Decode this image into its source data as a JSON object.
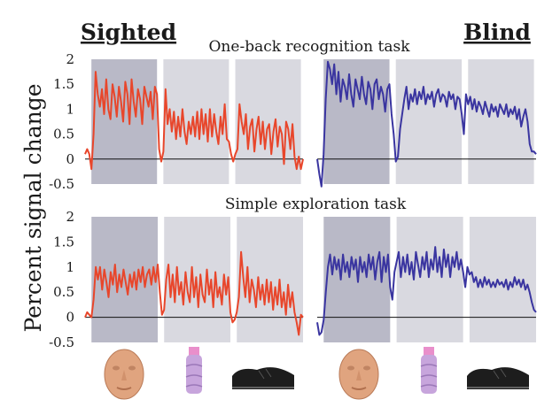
{
  "figure": {
    "group_labels": [
      "Sighted",
      "Blind"
    ],
    "y_axis_label": "Percent signal change",
    "icons": [
      "face-mask-object",
      "bottle-object",
      "shoe-object"
    ]
  },
  "chart_data": [
    {
      "type": "line",
      "title": "One-back recognition task",
      "group": "Sighted",
      "ylabel": "Percent signal change",
      "ylim": [
        -0.5,
        2
      ],
      "yticks": [
        -0.5,
        0,
        0.5,
        1,
        1.5,
        2
      ],
      "ytick_labels": [
        "-0.5",
        "0",
        "0.5",
        "1",
        "1.5",
        "2"
      ],
      "blocks": [
        {
          "start": 3,
          "end": 34
        },
        {
          "start": 37,
          "end": 68
        },
        {
          "start": 71,
          "end": 102
        }
      ],
      "block_shades": [
        "#b9b9c7",
        "#d9d9e0",
        "#d9d9e0"
      ],
      "color": "#e8462b",
      "series": [
        {
          "values": [
            0.1,
            0.2,
            0.1,
            -0.2,
            0.5,
            1.75,
            1.3,
            1.05,
            1.4,
            0.9,
            1.6,
            1.0,
            0.8,
            1.5,
            1.25,
            0.85,
            1.45,
            1.15,
            0.75,
            1.55,
            1.3,
            0.7,
            1.6,
            1.15,
            0.85,
            1.4,
            1.2,
            0.7,
            1.45,
            1.25,
            1.05,
            1.35,
            0.8,
            1.45,
            1.3,
            0.2,
            -0.05,
            0.15,
            1.4,
            0.7,
            1.0,
            0.55,
            0.95,
            0.4,
            0.85,
            0.45,
            1.0,
            0.55,
            0.3,
            0.75,
            0.5,
            0.85,
            0.45,
            0.95,
            0.4,
            1.0,
            0.5,
            0.9,
            0.35,
            1.0,
            0.45,
            0.9,
            0.55,
            0.3,
            0.85,
            0.5,
            1.1,
            0.4,
            0.35,
            0.1,
            -0.05,
            0.1,
            0.2,
            1.1,
            0.75,
            0.5,
            0.9,
            0.2,
            0.65,
            0.8,
            0.15,
            0.6,
            0.85,
            0.3,
            0.75,
            0.2,
            0.6,
            0.7,
            0.1,
            0.55,
            0.8,
            0.25,
            0.65,
            0.5,
            -0.1,
            0.75,
            0.6,
            0.2,
            0.7,
            0.05,
            -0.2,
            0.05,
            -0.2,
            0.0
          ]
        }
      ]
    },
    {
      "type": "line",
      "title": "One-back recognition task",
      "group": "Blind",
      "ylim": [
        -0.5,
        2
      ],
      "yticks": [
        -0.5,
        0,
        0.5,
        1,
        1.5,
        2
      ],
      "blocks": [
        {
          "start": 3,
          "end": 34
        },
        {
          "start": 37,
          "end": 68
        },
        {
          "start": 71,
          "end": 102
        }
      ],
      "block_shades": [
        "#b9b9c7",
        "#d9d9e0",
        "#d9d9e0"
      ],
      "color": "#3a35a0",
      "series": [
        {
          "values": [
            0.0,
            -0.3,
            -0.55,
            0.1,
            1.2,
            1.95,
            1.8,
            1.5,
            1.9,
            1.3,
            1.75,
            1.15,
            1.6,
            1.45,
            1.2,
            1.7,
            1.3,
            1.05,
            1.6,
            1.4,
            1.2,
            1.65,
            1.3,
            1.1,
            1.55,
            1.4,
            1.0,
            1.5,
            1.6,
            1.2,
            1.45,
            1.3,
            0.95,
            1.4,
            1.5,
            0.9,
            0.5,
            -0.05,
            0.05,
            0.6,
            0.9,
            1.2,
            1.45,
            1.0,
            1.3,
            1.15,
            1.4,
            1.1,
            1.35,
            1.2,
            1.45,
            1.1,
            1.3,
            1.2,
            1.35,
            1.05,
            1.3,
            1.4,
            1.15,
            1.3,
            1.25,
            1.05,
            1.35,
            1.2,
            1.3,
            1.0,
            1.25,
            1.2,
            0.9,
            0.5,
            1.3,
            1.1,
            1.25,
            1.0,
            1.2,
            0.95,
            1.15,
            1.05,
            0.9,
            1.15,
            1.0,
            0.85,
            1.1,
            0.95,
            1.05,
            0.85,
            1.1,
            1.0,
            0.9,
            1.1,
            0.85,
            1.0,
            0.9,
            1.05,
            0.8,
            1.0,
            0.65,
            0.85,
            1.0,
            0.75,
            0.3,
            0.15,
            0.15,
            0.1
          ]
        }
      ]
    },
    {
      "type": "line",
      "title": "Simple exploration task",
      "group": "Sighted",
      "ylabel": "Percent signal change",
      "ylim": [
        -0.5,
        2
      ],
      "yticks": [
        -0.5,
        0,
        0.5,
        1,
        1.5,
        2
      ],
      "ytick_labels": [
        "-0.5",
        "0",
        "0.5",
        "1",
        "1.5",
        "2"
      ],
      "blocks": [
        {
          "start": 3,
          "end": 34
        },
        {
          "start": 37,
          "end": 68
        },
        {
          "start": 71,
          "end": 102
        }
      ],
      "block_shades": [
        "#b9b9c7",
        "#d9d9e0",
        "#d9d9e0"
      ],
      "color": "#e8462b",
      "series": [
        {
          "values": [
            0.0,
            0.1,
            0.05,
            0.0,
            0.35,
            1.0,
            0.75,
            1.0,
            0.55,
            0.95,
            0.7,
            0.4,
            0.9,
            0.65,
            1.05,
            0.5,
            0.85,
            0.6,
            0.95,
            0.7,
            0.45,
            0.85,
            0.6,
            0.9,
            0.55,
            0.95,
            0.7,
            1.0,
            0.6,
            0.85,
            0.95,
            0.65,
            1.0,
            0.7,
            1.05,
            0.5,
            0.05,
            0.15,
            0.75,
            1.05,
            0.4,
            0.85,
            0.3,
            1.0,
            0.45,
            0.7,
            0.25,
            0.9,
            0.5,
            0.3,
            1.0,
            0.4,
            0.8,
            0.2,
            0.85,
            0.45,
            0.3,
            0.95,
            0.45,
            0.75,
            0.2,
            0.9,
            0.4,
            0.6,
            0.25,
            0.85,
            0.45,
            0.8,
            0.1,
            -0.1,
            -0.05,
            0.1,
            0.4,
            1.3,
            0.8,
            0.4,
            1.0,
            0.3,
            0.75,
            0.55,
            0.2,
            0.8,
            0.35,
            0.65,
            0.25,
            0.75,
            0.3,
            0.7,
            0.15,
            0.6,
            0.25,
            0.75,
            0.2,
            0.5,
            0.05,
            0.65,
            0.2,
            0.5,
            0.1,
            -0.1,
            -0.35,
            0.05,
            0.0
          ]
        }
      ]
    },
    {
      "type": "line",
      "title": "Simple exploration task",
      "group": "Blind",
      "ylim": [
        -0.5,
        2
      ],
      "yticks": [
        -0.5,
        0,
        0.5,
        1,
        1.5,
        2
      ],
      "blocks": [
        {
          "start": 3,
          "end": 34
        },
        {
          "start": 37,
          "end": 68
        },
        {
          "start": 71,
          "end": 102
        }
      ],
      "block_shades": [
        "#b9b9c7",
        "#d9d9e0",
        "#d9d9e0"
      ],
      "color": "#3a35a0",
      "series": [
        {
          "values": [
            -0.1,
            -0.35,
            -0.3,
            -0.05,
            0.5,
            1.0,
            1.25,
            0.85,
            1.2,
            0.95,
            1.15,
            0.75,
            1.25,
            0.9,
            1.1,
            0.8,
            1.2,
            0.95,
            1.15,
            0.7,
            1.2,
            0.9,
            1.1,
            0.8,
            1.25,
            0.95,
            1.2,
            0.75,
            1.1,
            1.3,
            0.7,
            1.2,
            0.9,
            1.25,
            0.6,
            0.35,
            0.9,
            1.1,
            1.3,
            0.8,
            1.2,
            0.9,
            1.25,
            0.85,
            1.1,
            0.75,
            1.3,
            1.05,
            0.8,
            1.2,
            0.95,
            1.3,
            0.8,
            1.15,
            0.95,
            1.4,
            0.9,
            1.2,
            0.8,
            1.35,
            1.0,
            1.25,
            0.8,
            1.2,
            1.0,
            1.3,
            0.95,
            1.15,
            0.9,
            0.6,
            1.0,
            0.85,
            0.9,
            0.7,
            0.8,
            0.6,
            0.75,
            0.6,
            0.8,
            0.65,
            0.75,
            0.6,
            0.7,
            0.6,
            0.75,
            0.65,
            0.7,
            0.6,
            0.75,
            0.55,
            0.7,
            0.6,
            0.8,
            0.65,
            0.75,
            0.6,
            0.75,
            0.55,
            0.65,
            0.5,
            0.3,
            0.15,
            0.1
          ]
        }
      ]
    }
  ]
}
